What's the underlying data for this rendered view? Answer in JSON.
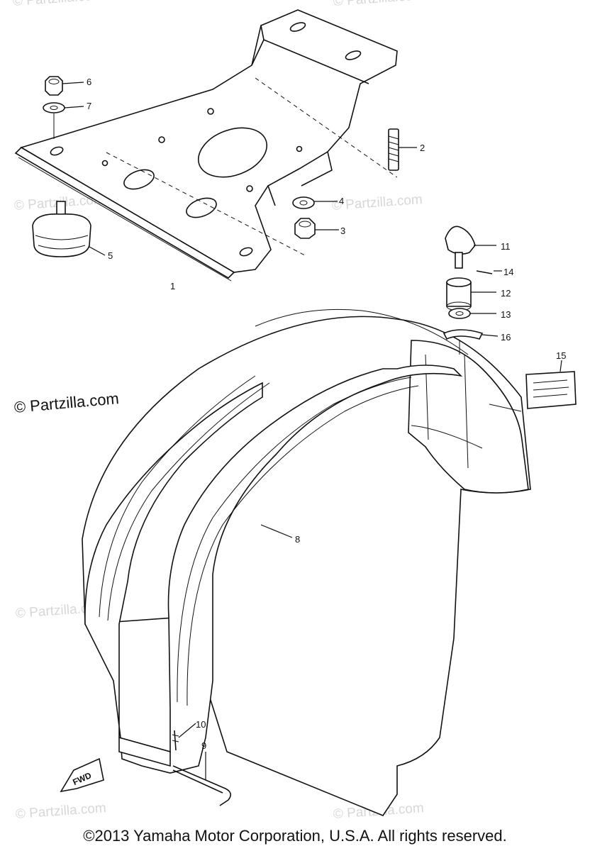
{
  "watermark": {
    "text": "© Partzilla.com",
    "featured_text": "© Partzilla.com"
  },
  "copyright": "©2013  Yamaha Motor Corporation, U.S.A. All rights reserved.",
  "callouts": [
    "1",
    "2",
    "3",
    "4",
    "5",
    "6",
    "7",
    "8",
    "9",
    "10",
    "11",
    "12",
    "13",
    "14",
    "15",
    "16"
  ],
  "fwd_label": "FWD"
}
